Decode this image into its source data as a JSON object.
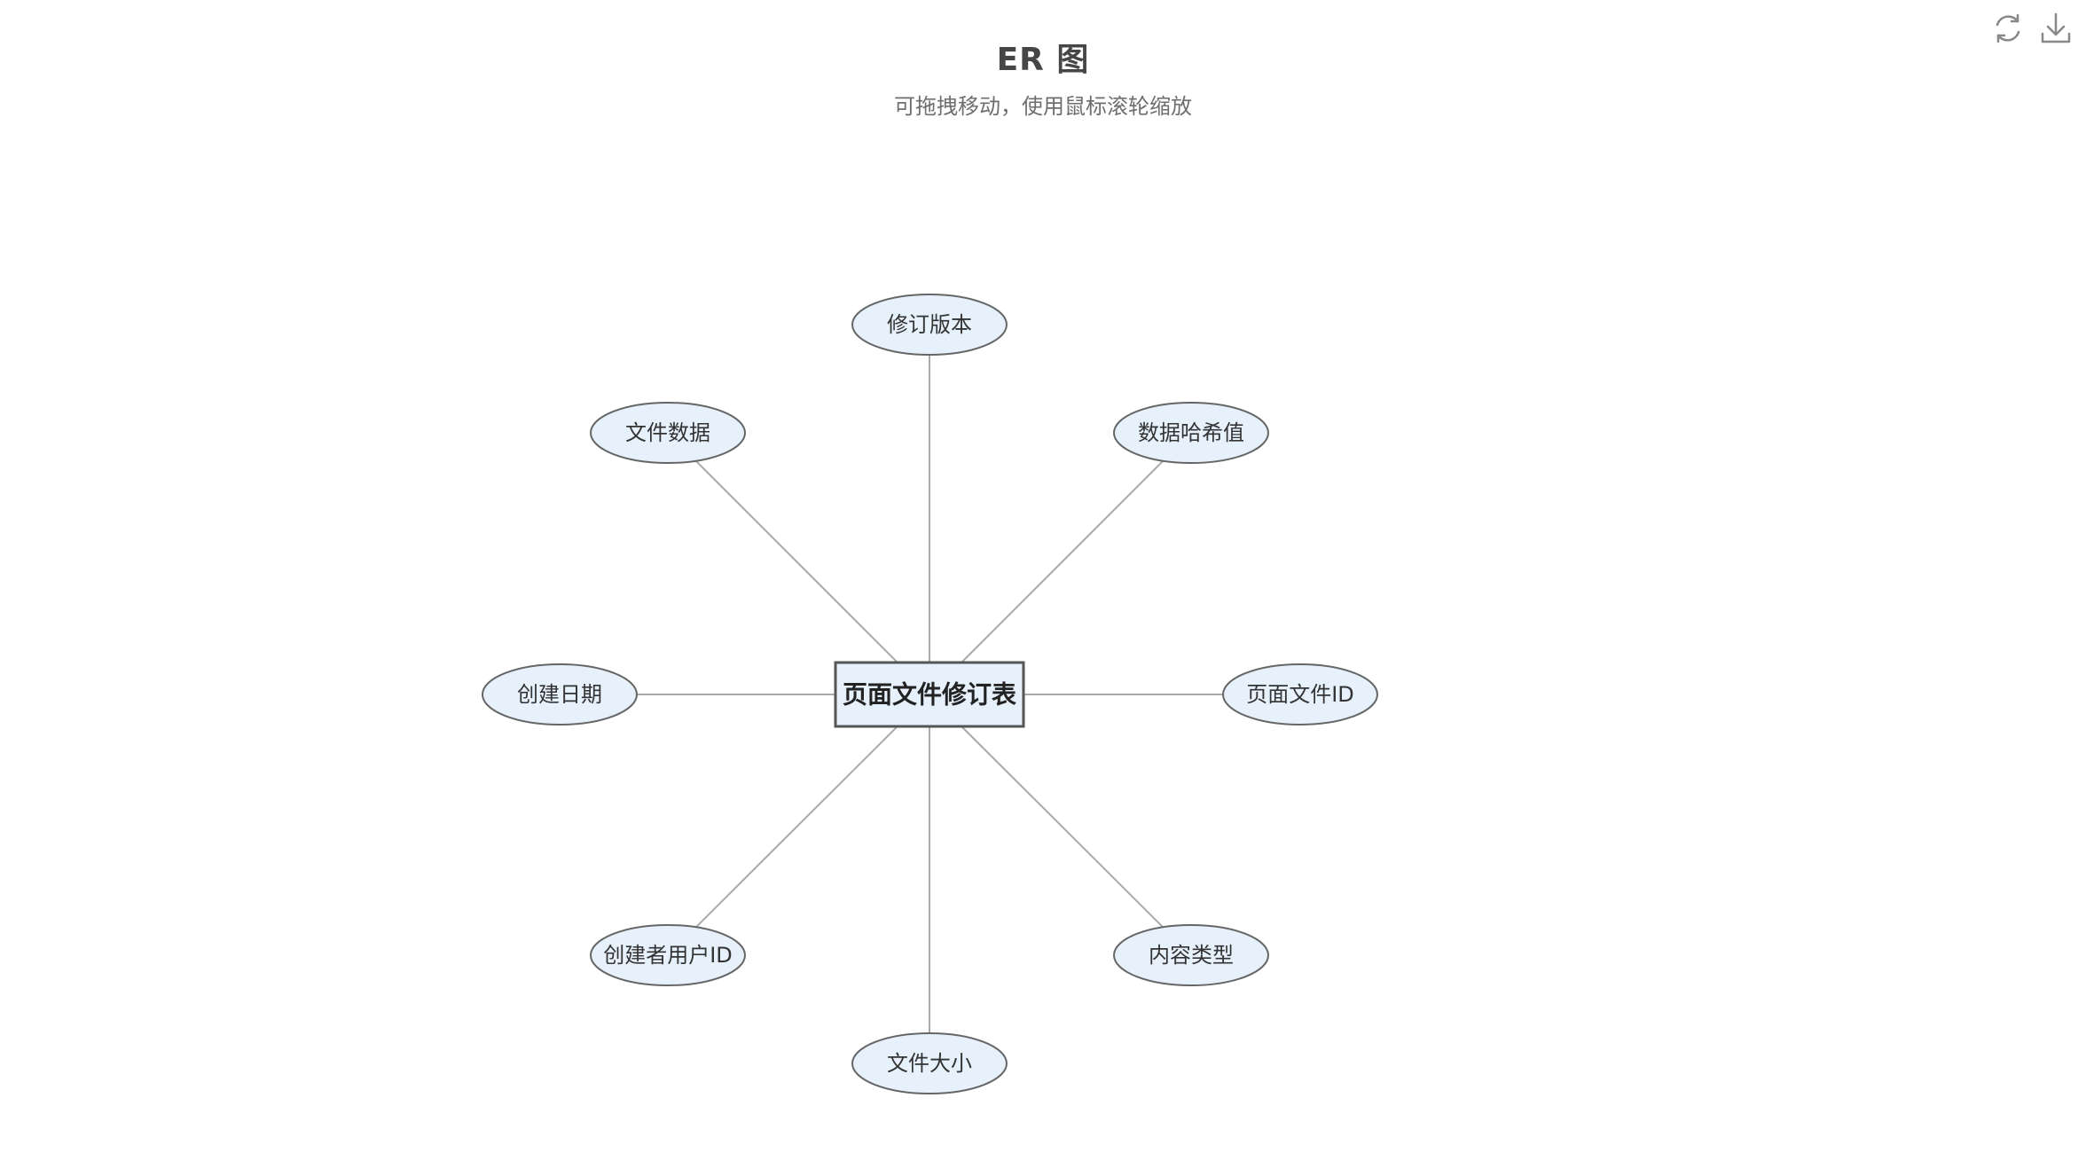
{
  "header": {
    "title": "ER 图",
    "subtitle": "可拖拽移动，使用鼠标滚轮缩放"
  },
  "toolbar": {
    "refresh_icon": "refresh-icon",
    "download_icon": "download-icon",
    "icon_color": "#888888"
  },
  "diagram": {
    "entity": {
      "name": "页面文件修订表",
      "fill": "#e6f1fc"
    },
    "attributes": [
      "修订版本",
      "数据哈希值",
      "页面文件ID",
      "内容类型",
      "文件大小",
      "创建者用户ID",
      "创建日期",
      "文件数据"
    ],
    "colors": {
      "attribute_fill": "#e6f1fc",
      "edge": "#a9a9a9"
    }
  }
}
